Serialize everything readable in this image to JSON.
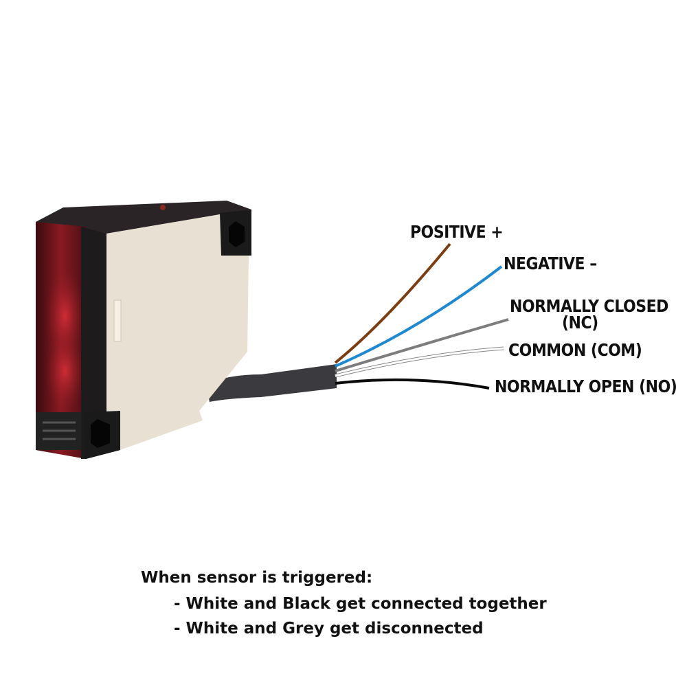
{
  "labels": {
    "positive": "POSITIVE +",
    "negative": "NEGATIVE –",
    "nc_line1": "NORMALLY CLOSED",
    "nc_line2": "(NC)",
    "common": "COMMON (COM)",
    "no": "NORMALLY OPEN (NO)"
  },
  "wire_colors": {
    "positive": "#7a3e12",
    "negative": "#1e88d0",
    "nc": "#7d7d7d",
    "common": "#ffffff",
    "no": "#0a0a0a"
  },
  "notes": {
    "heading": "When sensor is triggered:",
    "items": [
      "- White and Black get connected together",
      "- White and Grey get disconnected"
    ]
  }
}
